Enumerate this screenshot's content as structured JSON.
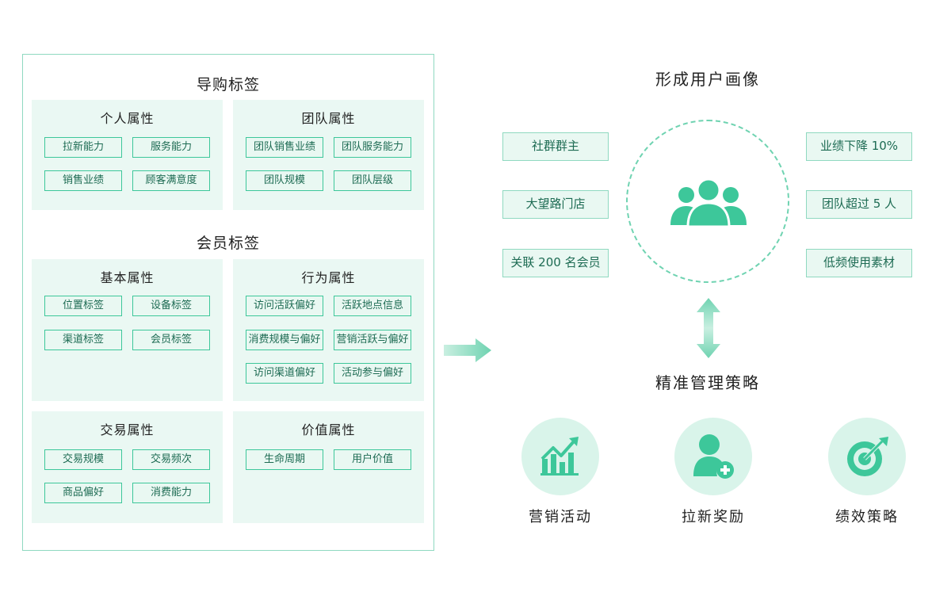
{
  "guide": {
    "title": "导购标签",
    "groups": [
      {
        "title": "个人属性",
        "tags": [
          "拉新能力",
          "服务能力",
          "销售业绩",
          "顾客满意度"
        ]
      },
      {
        "title": "团队属性",
        "tags": [
          "团队销售业绩",
          "团队服务能力",
          "团队规模",
          "团队层级"
        ]
      }
    ]
  },
  "member": {
    "title": "会员标签",
    "groups": [
      {
        "title": "基本属性",
        "tags": [
          "位置标签",
          "设备标签",
          "渠道标签",
          "会员标签"
        ]
      },
      {
        "title": "行为属性",
        "tags": [
          "访问活跃偏好",
          "活跃地点信息",
          "消费规模与偏好",
          "营销活跃与偏好",
          "访问渠道偏好",
          "活动参与偏好"
        ]
      },
      {
        "title": "交易属性",
        "tags": [
          "交易规模",
          "交易频次",
          "商品偏好",
          "消费能力"
        ]
      },
      {
        "title": "价值属性",
        "tags": [
          "生命周期",
          "用户价值"
        ]
      }
    ]
  },
  "portrait": {
    "title": "形成用户画像",
    "left_items": [
      "社群群主",
      "大望路门店",
      "关联 200 名会员"
    ],
    "right_items": [
      "业绩下降 10%",
      "团队超过 5 人",
      "低频使用素材"
    ]
  },
  "strategy": {
    "title": "精准管理策略",
    "items": [
      {
        "label": "营销活动",
        "icon": "chart-up-icon"
      },
      {
        "label": "拉新奖励",
        "icon": "add-user-icon"
      },
      {
        "label": "绩效策略",
        "icon": "target-icon"
      }
    ]
  },
  "colors": {
    "accent": "#3dc79a",
    "light": "#eaf8f3",
    "border": "#8fd9c0"
  }
}
